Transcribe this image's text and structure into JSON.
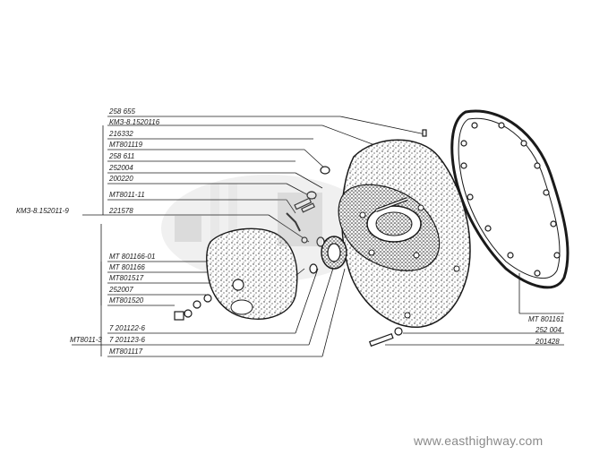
{
  "part_labels": {
    "p1": "258 655",
    "p2": "КМЗ-8.1520116",
    "p3": "216332",
    "p4": "МТ801119",
    "p5": "258 611",
    "p6": "252004",
    "p7": "200220",
    "p8": "МТ8011-11",
    "p9": "221578",
    "p10": "КМЗ-8.152011-9",
    "p11": "МТ 801166-01",
    "p12": "МТ 801166",
    "p13": "МТ801517",
    "p14": "252007",
    "p15": "МТ801520",
    "p16": "7 201122-6",
    "p17": "МТ8011-3",
    "p18": "7 201123-6",
    "p19": "МТ801117",
    "p20": "МТ 801161",
    "p21": "252 004",
    "p22": "201428"
  },
  "watermark_url": "www.easthighway.com"
}
